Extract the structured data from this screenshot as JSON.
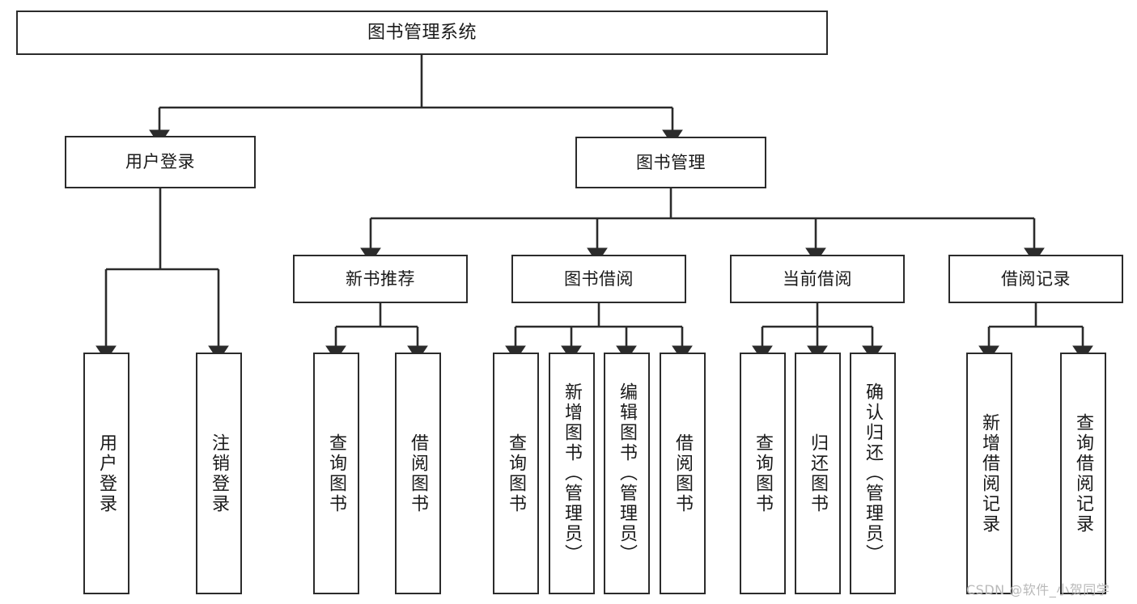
{
  "diagram": {
    "type": "tree-hierarchy",
    "title": "图书管理系统",
    "root": {
      "label": "图书管理系统"
    },
    "tier2": [
      {
        "label": "用户登录"
      },
      {
        "label": "图书管理"
      }
    ],
    "tier3": [
      {
        "label": "新书推荐"
      },
      {
        "label": "图书借阅"
      },
      {
        "label": "当前借阅"
      },
      {
        "label": "借阅记录"
      }
    ],
    "leaves": {
      "user_login": [
        {
          "label": "用户登录"
        },
        {
          "label": "注销登录"
        }
      ],
      "new_book_recommend": [
        {
          "label": "查询图书"
        },
        {
          "label": "借阅图书"
        }
      ],
      "book_borrow": [
        {
          "label": "查询图书"
        },
        {
          "label": "新增图书（管理员）"
        },
        {
          "label": "编辑图书（管理员）"
        },
        {
          "label": "借阅图书"
        }
      ],
      "current_borrow": [
        {
          "label": "查询图书"
        },
        {
          "label": "归还图书"
        },
        {
          "label": "确认归还（管理员）"
        }
      ],
      "borrow_record": [
        {
          "label": "新增借阅记录"
        },
        {
          "label": "查询借阅记录"
        }
      ]
    }
  },
  "watermark": {
    "text": "CSDN @软件_小贺同学"
  },
  "colors": {
    "border": "#2b2b2b",
    "text": "#1a1a1a",
    "background": "#ffffff",
    "watermark": "#b9b9b9"
  }
}
